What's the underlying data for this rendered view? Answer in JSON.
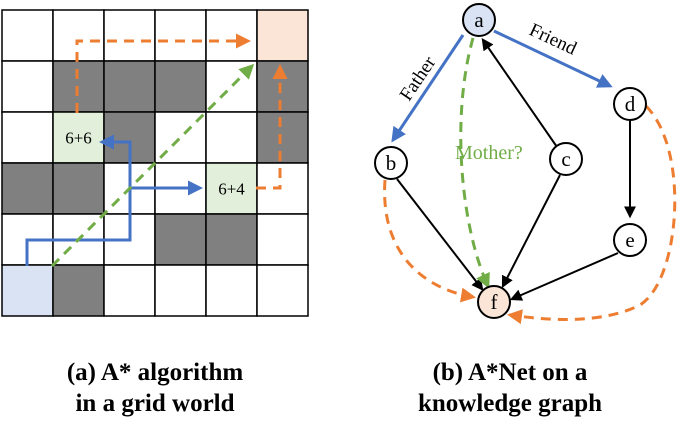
{
  "colors": {
    "blue": "#4472c4",
    "orange": "#ed7d31",
    "green": "#70ad47",
    "wall": "#808080",
    "start": "#dae3f3",
    "goal": "#fbe5d6",
    "eval": "#e2efda",
    "grid_line": "#000000"
  },
  "panel_a": {
    "rows": 6,
    "cols": 6,
    "walls": [
      [
        1,
        1
      ],
      [
        1,
        2
      ],
      [
        1,
        3
      ],
      [
        1,
        5
      ],
      [
        2,
        2
      ],
      [
        2,
        5
      ],
      [
        3,
        0
      ],
      [
        3,
        1
      ],
      [
        4,
        3
      ],
      [
        4,
        4
      ],
      [
        5,
        1
      ]
    ],
    "start_cell": [
      5,
      0
    ],
    "goal_cell": [
      0,
      5
    ],
    "eval_cells": [
      {
        "row": 2,
        "col": 1,
        "text": "6+6"
      },
      {
        "row": 3,
        "col": 4,
        "text": "6+4"
      }
    ],
    "caption_line1": "(a) A* algorithm",
    "caption_line2": "in a grid world"
  },
  "panel_b": {
    "nodes": [
      {
        "id": "a",
        "label": "a",
        "fill": "#dae3f3"
      },
      {
        "id": "b",
        "label": "b",
        "fill": "#ffffff"
      },
      {
        "id": "c",
        "label": "c",
        "fill": "#ffffff"
      },
      {
        "id": "d",
        "label": "d",
        "fill": "#ffffff"
      },
      {
        "id": "e",
        "label": "e",
        "fill": "#ffffff"
      },
      {
        "id": "f",
        "label": "f",
        "fill": "#fbe5d6"
      }
    ],
    "edges": [
      {
        "from": "a",
        "to": "b",
        "color": "blue",
        "label": "Father"
      },
      {
        "from": "a",
        "to": "d",
        "color": "blue",
        "label": "Friend"
      },
      {
        "from": "c",
        "to": "a",
        "color": "black"
      },
      {
        "from": "b",
        "to": "f",
        "color": "black"
      },
      {
        "from": "c",
        "to": "f",
        "color": "black"
      },
      {
        "from": "d",
        "to": "e",
        "color": "black"
      },
      {
        "from": "e",
        "to": "f",
        "color": "black"
      }
    ],
    "query_label": "Mother?",
    "caption_line1": "(b) A*Net on a",
    "caption_line2": "knowledge graph"
  }
}
